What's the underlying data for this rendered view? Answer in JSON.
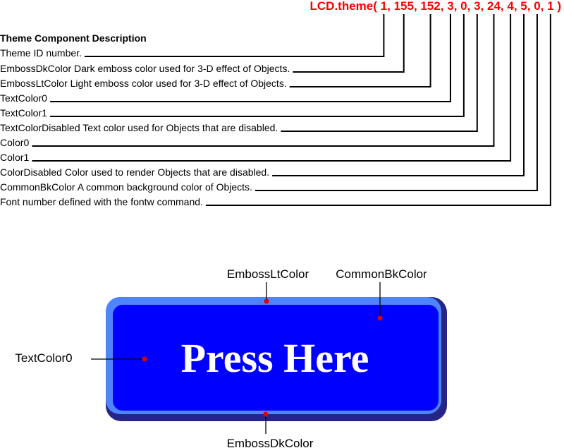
{
  "theme_call": {
    "prefix": "LCD.theme(",
    "suffix": ")",
    "color": "#ff0000",
    "params": [
      "1",
      "155",
      "152",
      "3",
      "0",
      "3",
      "24",
      "4",
      "5",
      "0",
      "1"
    ]
  },
  "table": {
    "header": "Theme Component Description",
    "rows": [
      "Theme ID number.",
      "EmbossDkColor Dark emboss color used for 3-D effect of Objects.",
      "EmbossLtColor Light emboss color used for 3-D effect of Objects.",
      "TextColor0",
      "TextColor1",
      "TextColorDisabled Text color used for Objects that are disabled.",
      "Color0",
      "Color1",
      "ColorDisabled Color used to render Objects that are disabled.",
      "CommonBkColor A common background color of Objects.",
      "Font number defined with the fontw command."
    ]
  },
  "button": {
    "text": "Press Here",
    "face_color": "#0000ff",
    "light_emboss_color": "#4f84ff",
    "dark_emboss_color": "#252588",
    "text_color": "#ffffff"
  },
  "callouts": {
    "emboss_lt": "EmbossLtColor",
    "common_bk": "CommonBkColor",
    "text_color0": "TextColor0",
    "emboss_dk": "EmbossDkColor",
    "dot_color": "#e00000"
  }
}
